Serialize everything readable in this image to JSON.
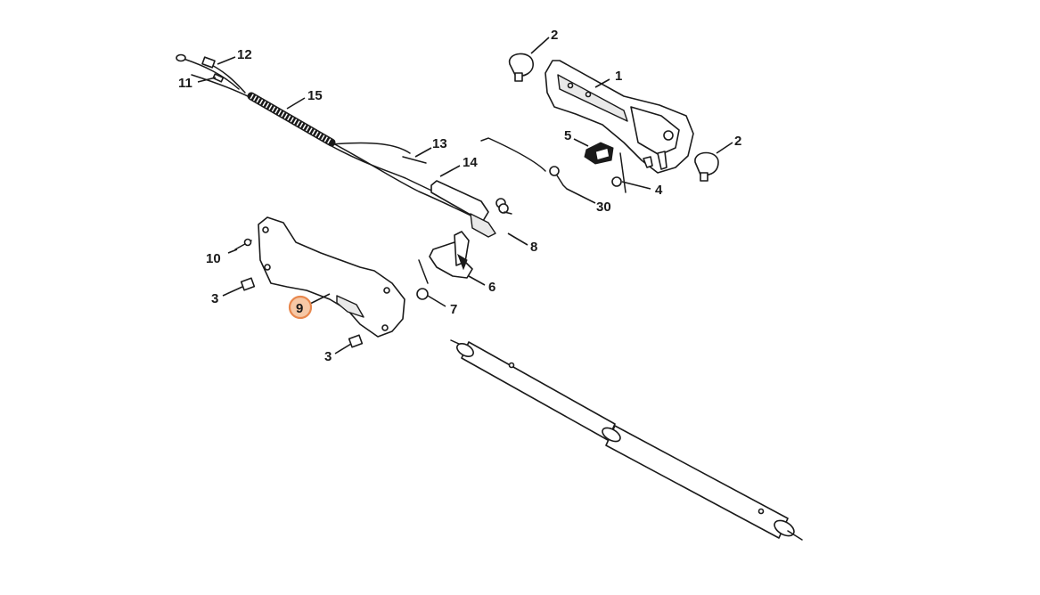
{
  "diagram": {
    "highlight_color": "#e8874d",
    "highlighted_part": "9",
    "callouts": {
      "c1": "1",
      "c2a": "2",
      "c2b": "2",
      "c3a": "3",
      "c3b": "3",
      "c4": "4",
      "c5": "5",
      "c6": "6",
      "c7": "7",
      "c8": "8",
      "c9": "9",
      "c10": "10",
      "c11": "11",
      "c12": "12",
      "c13": "13",
      "c14": "14",
      "c15": "15",
      "c30": "30"
    }
  }
}
